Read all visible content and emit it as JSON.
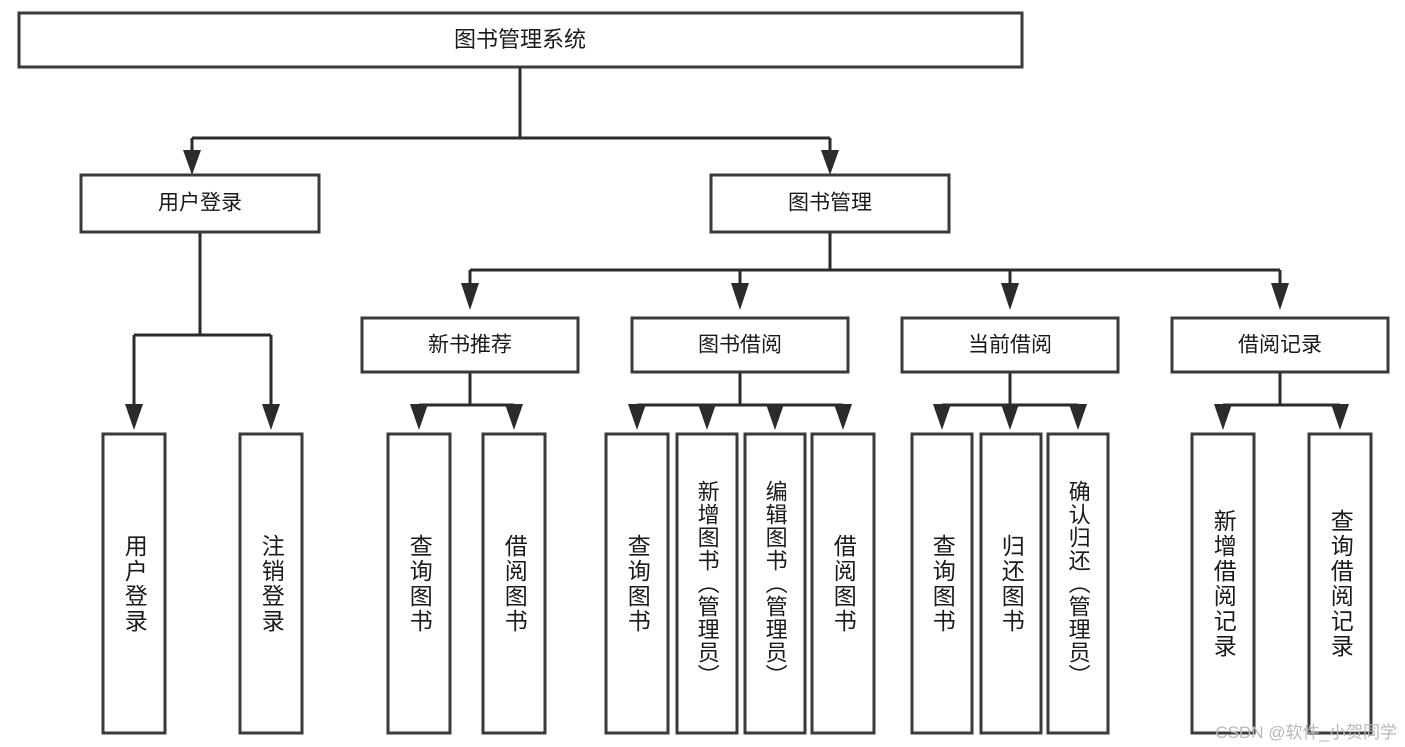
{
  "diagram": {
    "title": "图书管理系统",
    "type": "tree-hierarchy-diagram",
    "colors": {
      "box_stroke": "#3a3a3a",
      "connector": "#2b2b2b",
      "box_fill": "#ffffff",
      "text": "#1a1a1a",
      "watermark": "#b8b8b8",
      "background": "#ffffff"
    },
    "root": {
      "label": "图书管理系统"
    },
    "level2": [
      {
        "label": "用户登录"
      },
      {
        "label": "图书管理"
      }
    ],
    "level3": [
      {
        "label": "新书推荐"
      },
      {
        "label": "图书借阅"
      },
      {
        "label": "当前借阅"
      },
      {
        "label": "借阅记录"
      }
    ],
    "leaves_user_login": [
      {
        "label": "用户登录"
      },
      {
        "label": "注销登录"
      }
    ],
    "leaves_new_book": [
      {
        "label": "查询图书"
      },
      {
        "label": "借阅图书"
      }
    ],
    "leaves_borrow": [
      {
        "label": "查询图书"
      },
      {
        "label": "新增图书（管理员）"
      },
      {
        "label": "编辑图书（管理员）"
      },
      {
        "label": "借阅图书"
      }
    ],
    "leaves_current": [
      {
        "label": "查询图书"
      },
      {
        "label": "归还图书"
      },
      {
        "label": "确认归还（管理员）"
      }
    ],
    "leaves_record": [
      {
        "label": "新增借阅记录"
      },
      {
        "label": "查询借阅记录"
      }
    ]
  },
  "watermark": {
    "text": "CSDN @软件_小贺同学"
  }
}
